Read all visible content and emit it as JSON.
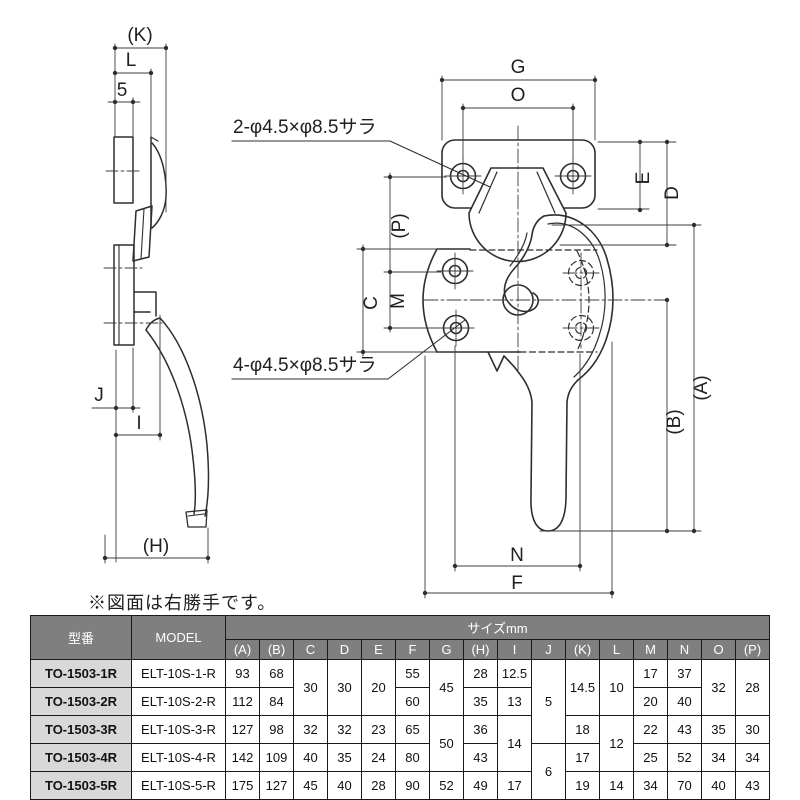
{
  "drawing": {
    "note": "※図面は右勝手です。",
    "annotation_top": "2-φ4.5×φ8.5サラ",
    "annotation_bottom": "4-φ4.5×φ8.5サラ",
    "labels": {
      "K": "(K)",
      "L": "L",
      "five": "5",
      "J": "J",
      "I": "I",
      "H": "(H)",
      "G": "G",
      "O": "O",
      "E": "E",
      "D": "D",
      "P": "(P)",
      "C": "C",
      "M": "M",
      "A": "(A)",
      "B": "(B)",
      "N": "N",
      "F": "F"
    },
    "colors": {
      "line": "#2e2e2e",
      "thin_line": "#3c3c3c",
      "background": "#ffffff"
    }
  },
  "table": {
    "header": {
      "col1": "型番",
      "col2": "MODEL",
      "size": "サイズmm",
      "size_columns": [
        "(A)",
        "(B)",
        "C",
        "D",
        "E",
        "F",
        "G",
        "(H)",
        "I",
        "J",
        "(K)",
        "L",
        "M",
        "N",
        "O",
        "(P)"
      ]
    },
    "colors": {
      "header_bg": "#7f7f7f",
      "header_text": "#ffffff",
      "name_bg": "#d8d8d8",
      "border": "#1a1a1a"
    },
    "rows": [
      {
        "name": "TO-1503-1R",
        "model": "ELT-10S-1-R",
        "cells": [
          {
            "v": "93"
          },
          {
            "v": "68"
          },
          {
            "v": "30",
            "rs": 2
          },
          {
            "v": "30",
            "rs": 2
          },
          {
            "v": "20",
            "rs": 2
          },
          {
            "v": "55"
          },
          {
            "v": "45",
            "rs": 2
          },
          {
            "v": "28"
          },
          {
            "v": "12.5"
          },
          {
            "v": "5",
            "rs": 3
          },
          {
            "v": "14.5",
            "rs": 2
          },
          {
            "v": "10",
            "rs": 2
          },
          {
            "v": "17"
          },
          {
            "v": "37"
          },
          {
            "v": "32",
            "rs": 2
          },
          {
            "v": "28",
            "rs": 2
          }
        ]
      },
      {
        "name": "TO-1503-2R",
        "model": "ELT-10S-2-R",
        "cells": [
          {
            "v": "112"
          },
          {
            "v": "84"
          },
          {
            "v": "60"
          },
          {
            "v": "35"
          },
          {
            "v": "13"
          },
          {
            "v": "20"
          },
          {
            "v": "40"
          }
        ]
      },
      {
        "name": "TO-1503-3R",
        "model": "ELT-10S-3-R",
        "cells": [
          {
            "v": "127"
          },
          {
            "v": "98"
          },
          {
            "v": "32"
          },
          {
            "v": "32"
          },
          {
            "v": "23"
          },
          {
            "v": "65"
          },
          {
            "v": "50",
            "rs": 2
          },
          {
            "v": "36"
          },
          {
            "v": "14",
            "rs": 2
          },
          {
            "v": "18"
          },
          {
            "v": "12",
            "rs": 2
          },
          {
            "v": "22"
          },
          {
            "v": "43"
          },
          {
            "v": "35"
          },
          {
            "v": "30"
          }
        ]
      },
      {
        "name": "TO-1503-4R",
        "model": "ELT-10S-4-R",
        "cells": [
          {
            "v": "142"
          },
          {
            "v": "109"
          },
          {
            "v": "40"
          },
          {
            "v": "35"
          },
          {
            "v": "24"
          },
          {
            "v": "80"
          },
          {
            "v": "43"
          },
          {
            "v": "6",
            "rs": 2
          },
          {
            "v": "17"
          },
          {
            "v": "25"
          },
          {
            "v": "52"
          },
          {
            "v": "34"
          },
          {
            "v": "34"
          }
        ]
      },
      {
        "name": "TO-1503-5R",
        "model": "ELT-10S-5-R",
        "cells": [
          {
            "v": "175"
          },
          {
            "v": "127"
          },
          {
            "v": "45"
          },
          {
            "v": "40"
          },
          {
            "v": "28"
          },
          {
            "v": "90"
          },
          {
            "v": "52"
          },
          {
            "v": "49"
          },
          {
            "v": "17"
          },
          {
            "v": "19"
          },
          {
            "v": "14"
          },
          {
            "v": "34"
          },
          {
            "v": "70"
          },
          {
            "v": "40"
          },
          {
            "v": "43"
          }
        ]
      }
    ]
  }
}
